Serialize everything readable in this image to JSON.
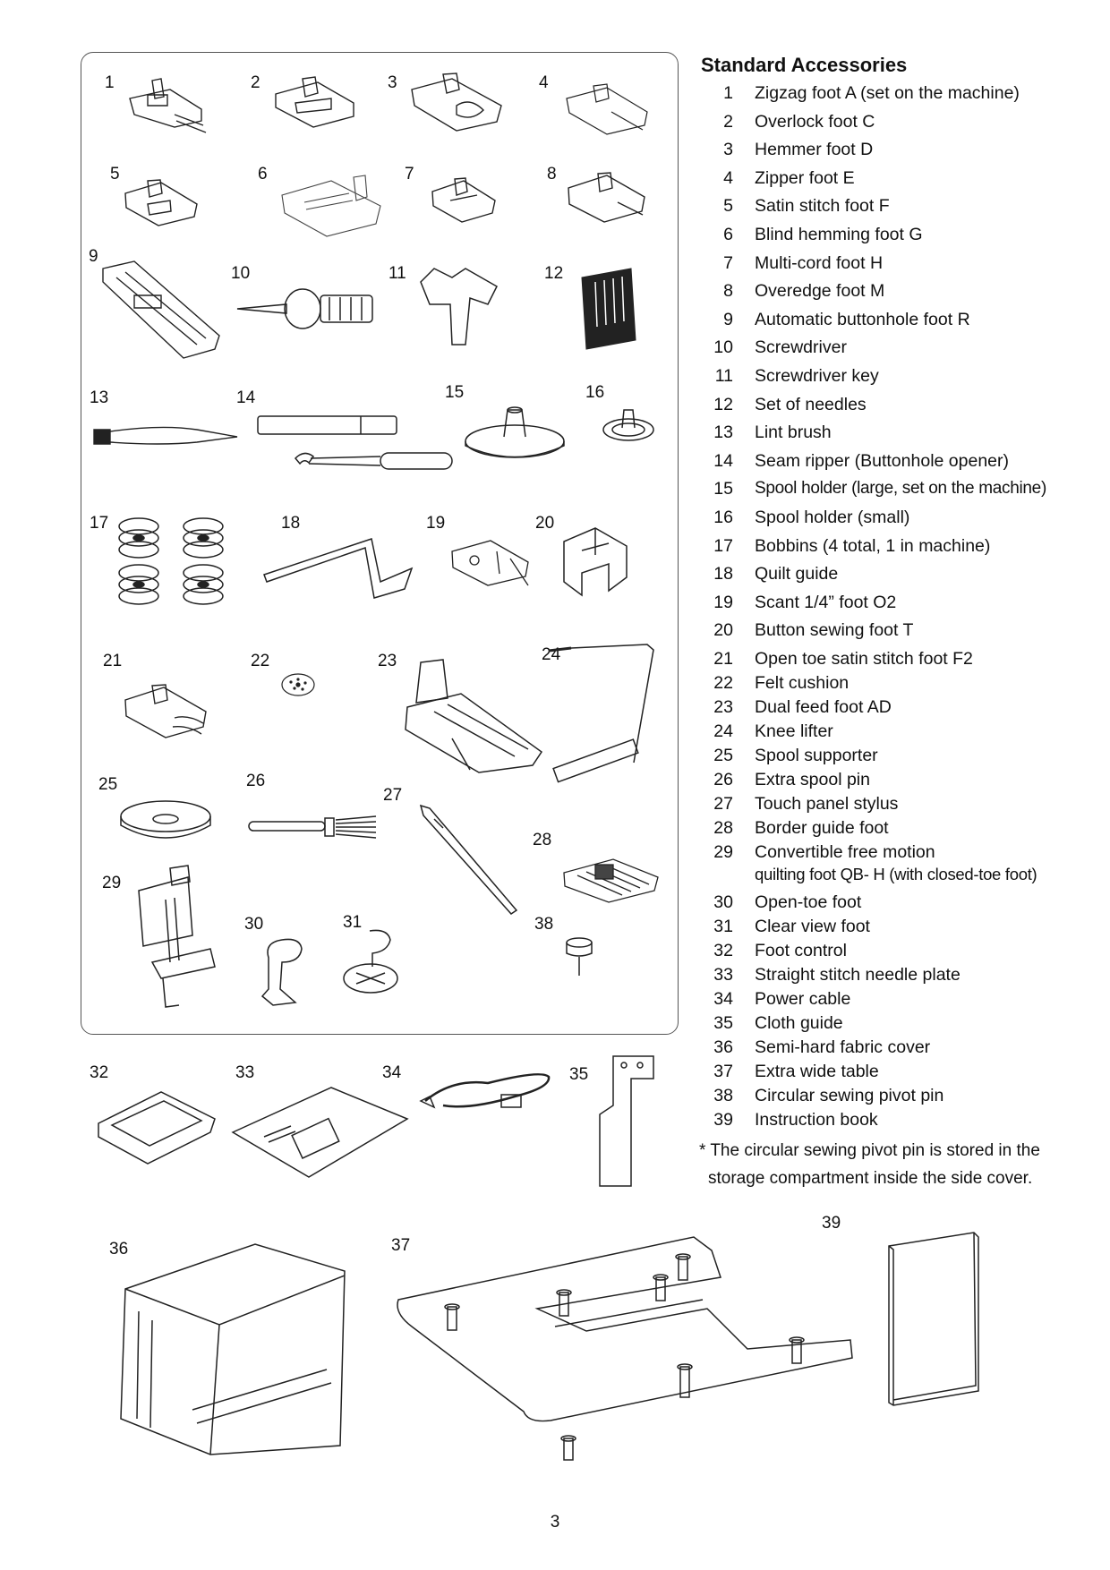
{
  "heading": "Standard Accessories",
  "items": [
    {
      "n": "1",
      "name": "Zigzag foot A (set on the machine)"
    },
    {
      "n": "2",
      "name": "Overlock foot C"
    },
    {
      "n": "3",
      "name": "Hemmer foot D"
    },
    {
      "n": "4",
      "name": "Zipper foot E"
    },
    {
      "n": "5",
      "name": "Satin stitch foot F"
    },
    {
      "n": "6",
      "name": "Blind hemming foot G"
    },
    {
      "n": "7",
      "name": "Multi-cord foot H"
    },
    {
      "n": "8",
      "name": "Overedge foot M"
    },
    {
      "n": "9",
      "name": "Automatic buttonhole foot R"
    },
    {
      "n": "10",
      "name": "Screwdriver"
    },
    {
      "n": "11",
      "name": "Screwdriver key"
    },
    {
      "n": "12",
      "name": "Set of needles"
    },
    {
      "n": "13",
      "name": "Lint brush"
    },
    {
      "n": "14",
      "name": "Seam ripper (Buttonhole opener)"
    },
    {
      "n": "15",
      "name": "Spool holder (large, set on the machine)"
    },
    {
      "n": "16",
      "name": "Spool holder (small)"
    },
    {
      "n": "17",
      "name": "Bobbins (4 total, 1 in machine)"
    },
    {
      "n": "18",
      "name": "Quilt guide"
    },
    {
      "n": "19",
      "name": "Scant 1/4” foot O2"
    },
    {
      "n": "20",
      "name": "Button sewing foot T"
    },
    {
      "n": "21",
      "name": "Open toe satin stitch foot F2"
    },
    {
      "n": "22",
      "name": "Felt cushion"
    },
    {
      "n": "23",
      "name": "Dual feed foot AD"
    },
    {
      "n": "24",
      "name": "Knee lifter"
    },
    {
      "n": "25",
      "name": "Spool supporter"
    },
    {
      "n": "26",
      "name": "Extra spool pin"
    },
    {
      "n": "27",
      "name": "Touch panel stylus"
    },
    {
      "n": "28",
      "name": "Border guide foot"
    },
    {
      "n": "29",
      "name": "Convertible free motion",
      "name2": "quilting foot QB- H (with closed-toe foot)"
    },
    {
      "n": "30",
      "name": "Open-toe foot"
    },
    {
      "n": "31",
      "name": "Clear view foot"
    },
    {
      "n": "32",
      "name": "Foot control"
    },
    {
      "n": "33",
      "name": "Straight stitch needle plate"
    },
    {
      "n": "34",
      "name": "Power cable"
    },
    {
      "n": "35",
      "name": "Cloth guide"
    },
    {
      "n": "36",
      "name": "Semi-hard fabric cover"
    },
    {
      "n": "37",
      "name": "Extra wide table"
    },
    {
      "n": "38",
      "name": "Circular sewing pivot pin"
    },
    {
      "n": "39",
      "name": "Instruction book"
    }
  ],
  "note": {
    "line1": "* The circular sewing pivot pin is stored in the",
    "line2": "storage compartment inside the side cover."
  },
  "page_number": "3",
  "figure_labels": {
    "n1": "1",
    "n2": "2",
    "n3": "3",
    "n4": "4",
    "n5": "5",
    "n6": "6",
    "n7": "7",
    "n8": "8",
    "n9": "9",
    "n10": "10",
    "n11": "11",
    "n12": "12",
    "n13": "13",
    "n14": "14",
    "n15": "15",
    "n16": "16",
    "n17": "17",
    "n18": "18",
    "n19": "19",
    "n20": "20",
    "n21": "21",
    "n22": "22",
    "n23": "23",
    "n24": "24",
    "n25": "25",
    "n26": "26",
    "n27": "27",
    "n28": "28",
    "n29": "29",
    "n30": "30",
    "n31": "31",
    "n32": "32",
    "n33": "33",
    "n34": "34",
    "n35": "35",
    "n36": "36",
    "n37": "37",
    "n38": "38",
    "n39": "39"
  }
}
